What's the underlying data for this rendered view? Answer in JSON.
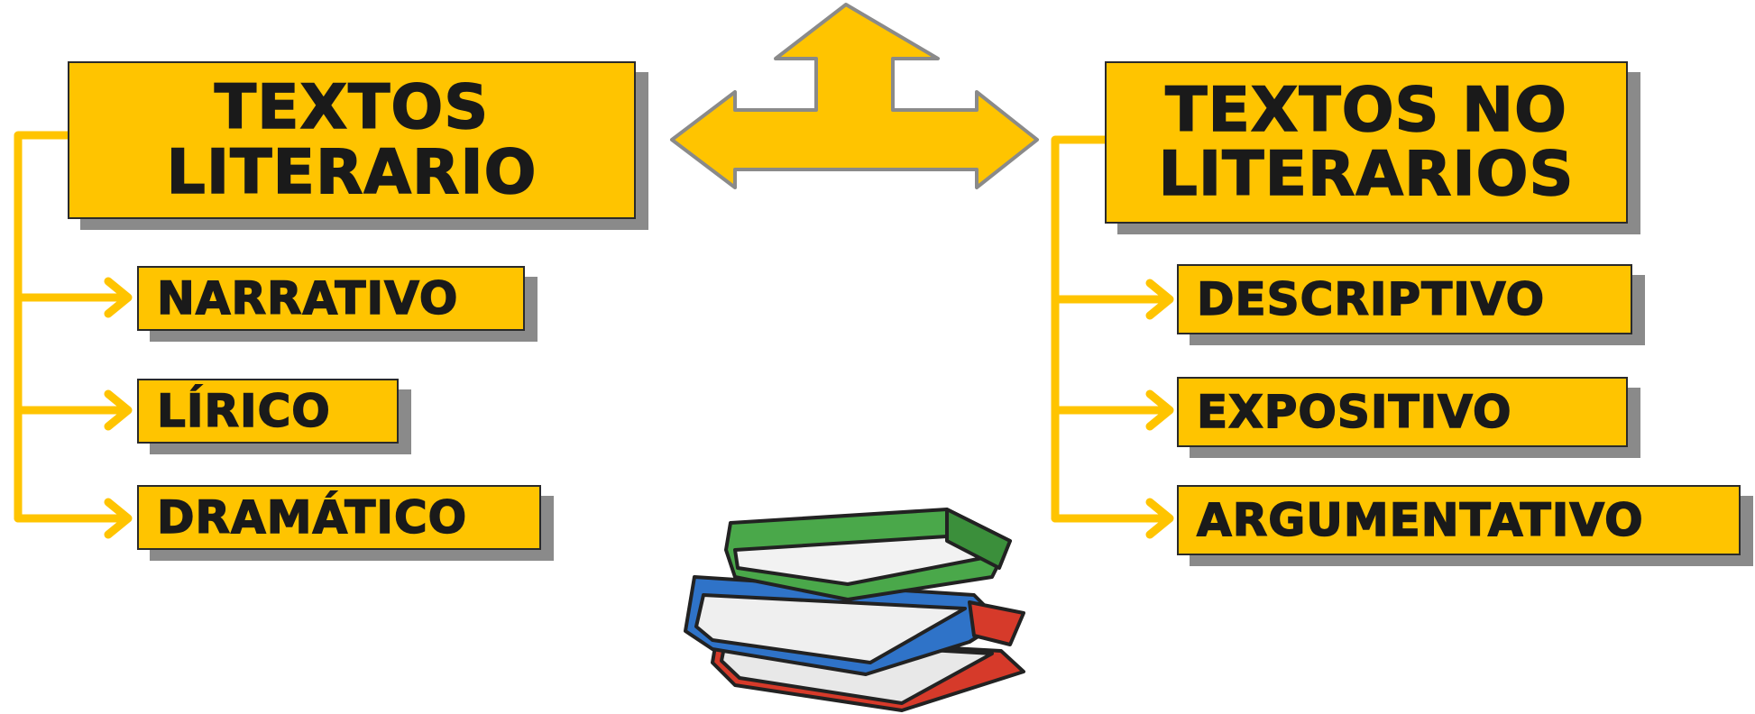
{
  "colors": {
    "box_fill": "#ffc400",
    "connector": "#ffc400",
    "border": "#2a2a2a",
    "shadow": "#8a8a8a",
    "book_green": "#4aa84a",
    "book_blue": "#2f73c8",
    "book_red": "#d63a2a"
  },
  "left": {
    "title_line1": "TEXTOS",
    "title_line2": "LITERARIO",
    "items": [
      {
        "label": "NARRATIVO"
      },
      {
        "label": "LÍRICO"
      },
      {
        "label": "DRAMÁTICO"
      }
    ]
  },
  "right": {
    "title_line1": "TEXTOS NO",
    "title_line2": "LITERARIOS",
    "items": [
      {
        "label": "DESCRIPTIVO"
      },
      {
        "label": "EXPOSITIVO"
      },
      {
        "label": "ARGUMENTATIVO"
      }
    ]
  },
  "icons": {
    "center_arrow": "three-way-arrow-icon",
    "books": "books-stack-icon"
  }
}
